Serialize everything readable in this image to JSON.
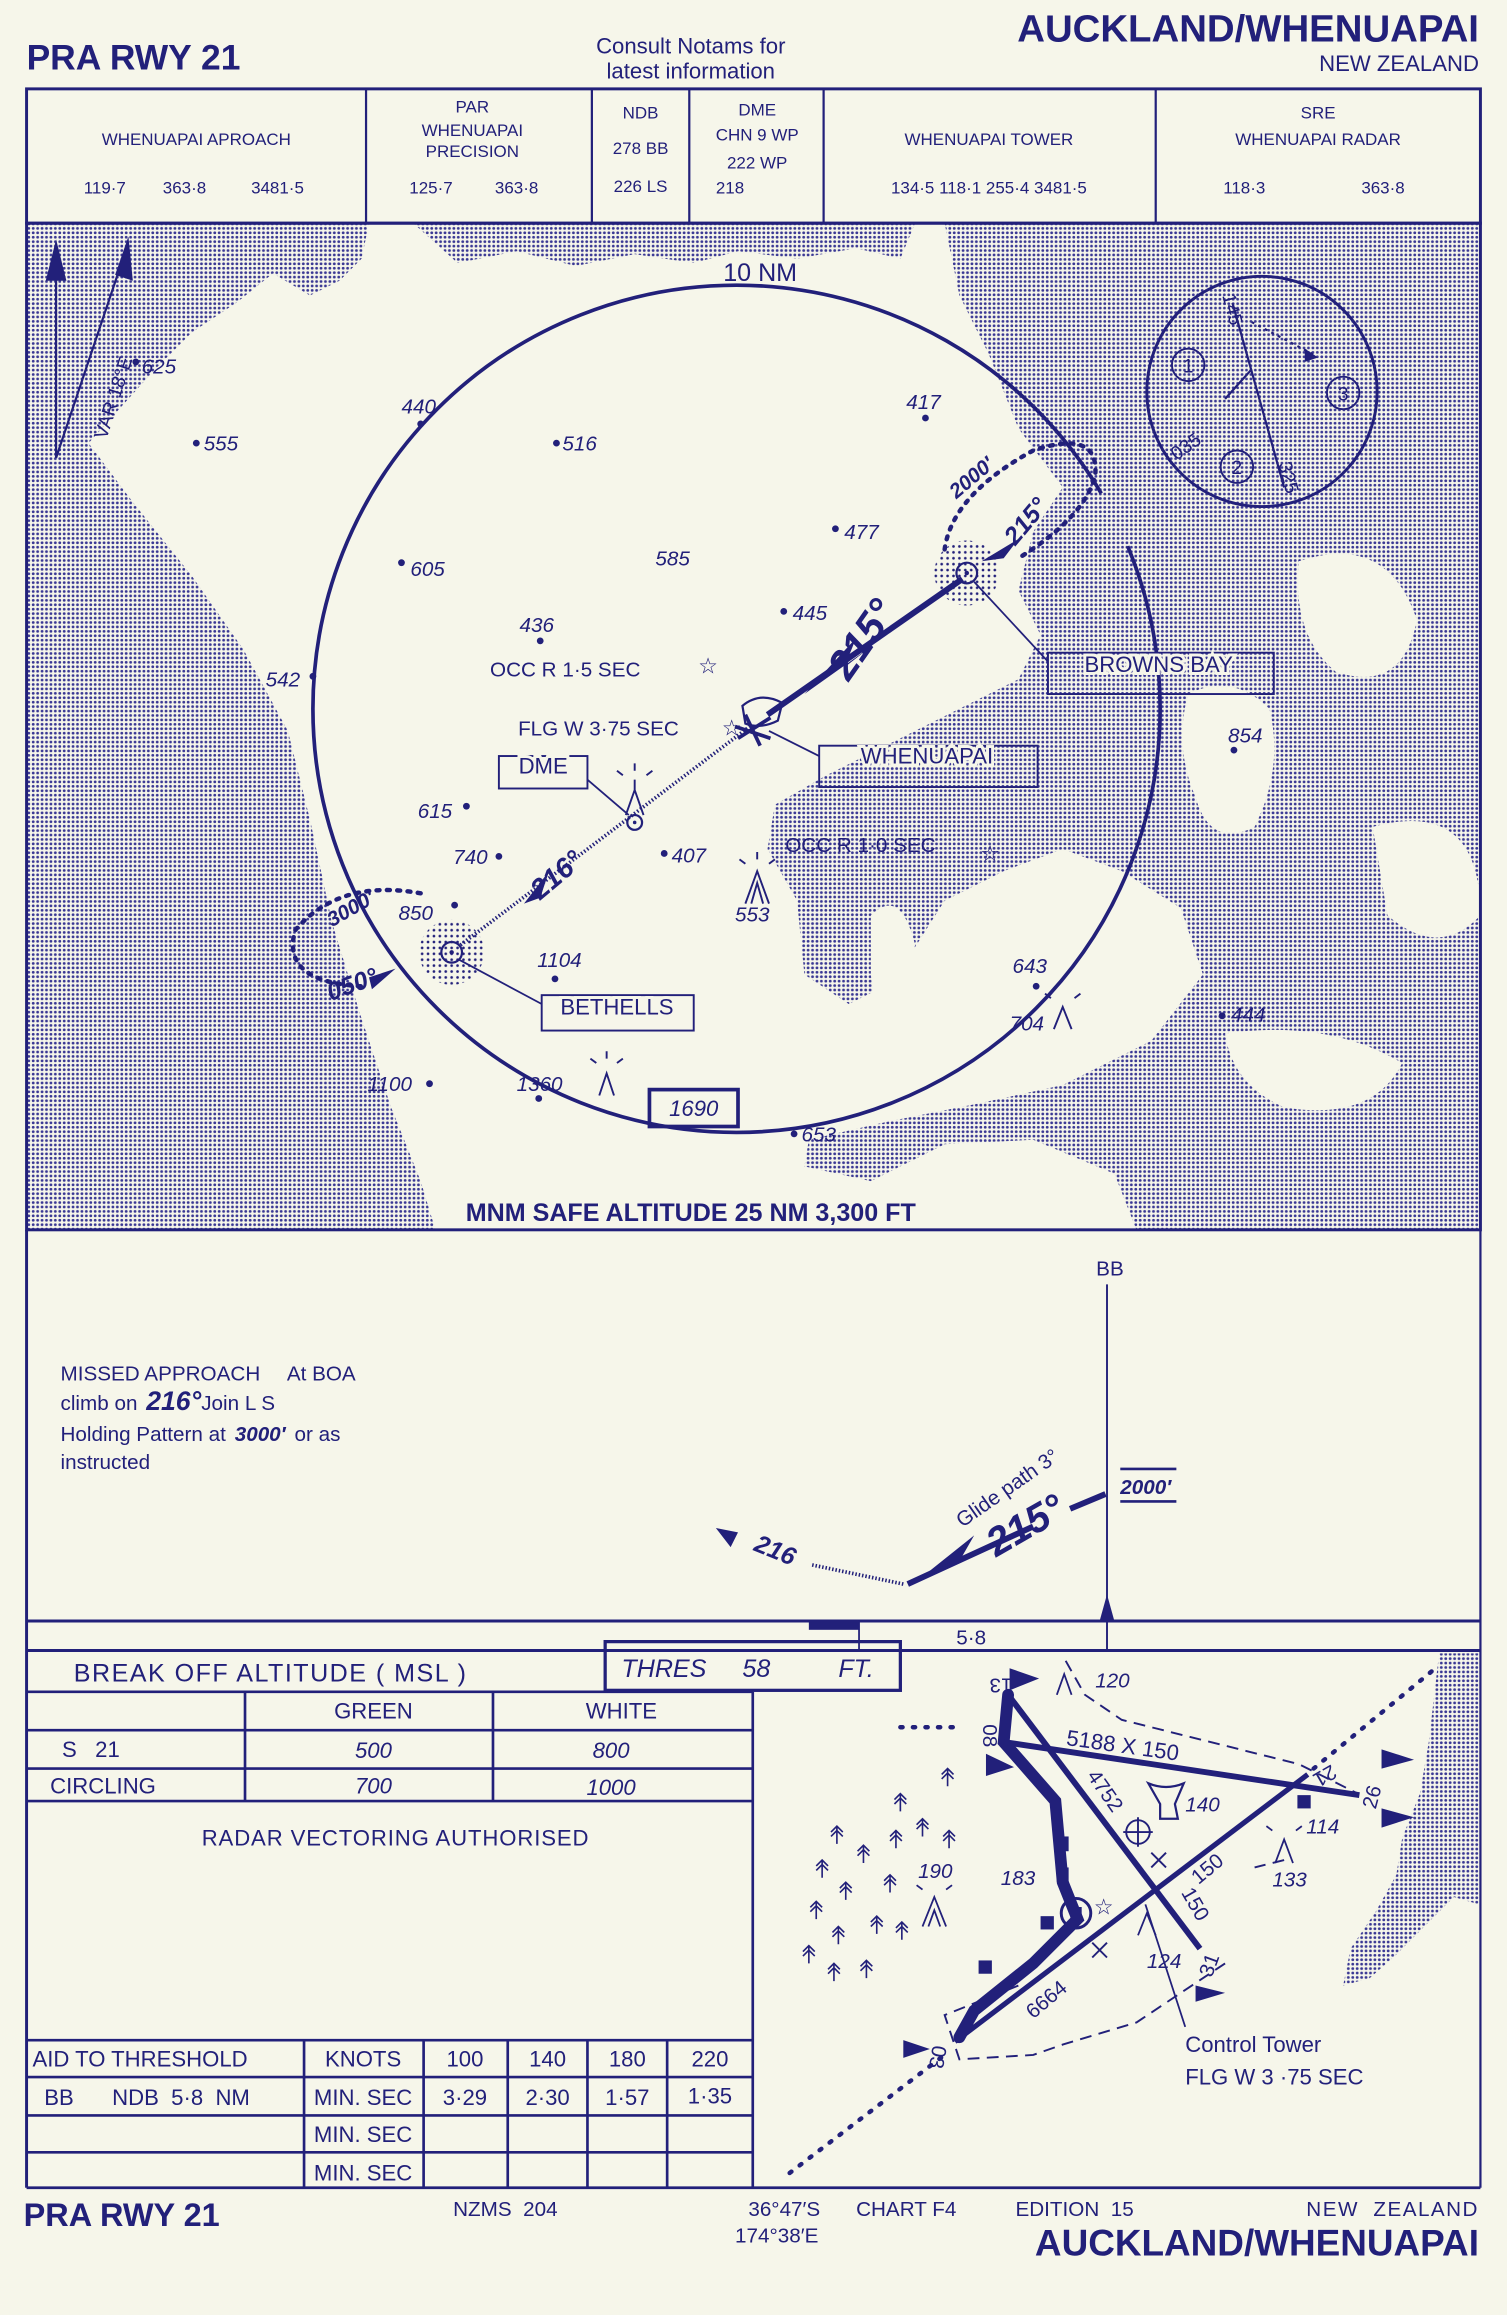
{
  "header": {
    "procedure": "PRA RWY 21",
    "notice_line1": "Consult Notams for",
    "notice_line2": "latest information",
    "aerodrome": "AUCKLAND/WHENUAPAI",
    "country": "NEW ZEALAND"
  },
  "frequencies": {
    "approach": {
      "name": "WHENUAPAI APROACH",
      "f1": "119·7",
      "f2": "363·8",
      "f3": "3481·5"
    },
    "par": {
      "line1": "PAR",
      "line2": "WHENUAPAI",
      "line3": "PRECISION",
      "f1": "125·7",
      "f2": "363·8"
    },
    "ndb": {
      "title": "NDB",
      "line1": "278  BB",
      "line2": "226  LS"
    },
    "dme": {
      "title": "DME",
      "line1": "CHN 9 WP",
      "line2": "222  WP",
      "line3": "218"
    },
    "tower": {
      "name": "WHENUAPAI TOWER",
      "freqs": "134·5  118·1  255·4  3481·5"
    },
    "sre": {
      "line1": "SRE",
      "line2": "WHENUAPAI RADAR",
      "f1": "118·3",
      "f2": "363·8"
    }
  },
  "map": {
    "ring_label": "10 NM",
    "variation": "VAR 18°E",
    "spot_heights": [
      "625",
      "555",
      "440",
      "516",
      "417",
      "477",
      "605",
      "585",
      "436",
      "445",
      "542",
      "854",
      "615",
      "740",
      "407",
      "553",
      "850",
      "1104",
      "643",
      "704",
      "444",
      "1100",
      "1360",
      "653"
    ],
    "highest_terrain": "1690",
    "light_north": "OCC R 1·5 SEC",
    "light_south": "OCC R 1·0 SEC",
    "aerodrome_beacon": "FLG W 3·75 SEC",
    "dme_label": "DME",
    "whenuapai_label": "WHENUAPAI",
    "browns_bay_label": "BROWNS BAY",
    "bethells_label": "BETHELLS",
    "track_inbound": "215°",
    "track_inbound_small": "215°",
    "track_outbound": "216°",
    "hold_bethells_alt": "3000′",
    "hold_bethells_course": "050°",
    "hold_bb_alt": "2000′",
    "msa": "MNM SAFE ALTITUDE 25 NM 3,300 FT",
    "sector_rose": {
      "s1": "1",
      "s2": "2",
      "s3": "3",
      "b145": "145",
      "b035": "035",
      "b325": "325"
    }
  },
  "profile": {
    "fix": "BB",
    "fix_alt": "2000′",
    "glide_label": "Glide path 3°",
    "course": "215°",
    "missed_course": "216",
    "distance": "5·8",
    "missed_approach": {
      "title": "MISSED APPROACH",
      "at": "At BOA",
      "climb": "climb on",
      "climb_course": "216°",
      "join": "Join L S",
      "holding": "Holding Pattern at",
      "holding_alt": "3000′",
      "or_as": "or as",
      "instructed": "instructed"
    }
  },
  "break_off": {
    "title": "BREAK OFF ALTITUDE ( MSL )",
    "thres_label": "THRES",
    "thres_value": "58",
    "thres_unit": "FT.",
    "columns": [
      "GREEN",
      "WHITE"
    ],
    "rows": [
      {
        "label": "S   21",
        "green": "500",
        "white": "800"
      },
      {
        "label": "CIRCLING",
        "green": "700",
        "white": "1000"
      }
    ],
    "note": "RADAR VECTORING AUTHORISED"
  },
  "timing": {
    "aid_header": "AID TO THRESHOLD",
    "knots_header": "KNOTS",
    "speeds": [
      "100",
      "140",
      "180",
      "220"
    ],
    "rows": [
      {
        "aid": "BB",
        "desc": "NDB  5·8  NM",
        "unit": "MIN. SEC",
        "times": [
          "3·29",
          "2·30",
          "1·57",
          "1·35"
        ]
      },
      {
        "aid": "",
        "desc": "",
        "unit": "MIN. SEC",
        "times": [
          "",
          "",
          "",
          ""
        ]
      },
      {
        "aid": "",
        "desc": "",
        "unit": "MIN. SEC",
        "times": [
          "",
          "",
          "",
          ""
        ]
      }
    ]
  },
  "aerodrome_chart": {
    "rwy_0826": "5188 X 150",
    "rwy_1331": "4752",
    "rwy_0321": "6664",
    "width_a": "150",
    "width_b": "150",
    "elev": [
      "120",
      "140",
      "114",
      "133",
      "190",
      "183",
      "124"
    ],
    "rwy_numbers": {
      "r13": "13",
      "r31": "31",
      "r08": "08",
      "r26": "26",
      "r03": "03",
      "r21": "21"
    },
    "tower_label": "Control Tower",
    "tower_light": "FLG W 3 ·75 SEC"
  },
  "footer": {
    "procedure": "PRA RWY 21",
    "map_ref": "NZMS  204",
    "lat": "36°47′S",
    "lon": "174°38′E",
    "chart": "CHART F4",
    "edition": "EDITION  15",
    "country": "NEW  ZEALAND",
    "aerodrome": "AUCKLAND/WHENUAPAI"
  },
  "colors": {
    "ink": "#22207a",
    "paper": "#f6f6ea"
  }
}
